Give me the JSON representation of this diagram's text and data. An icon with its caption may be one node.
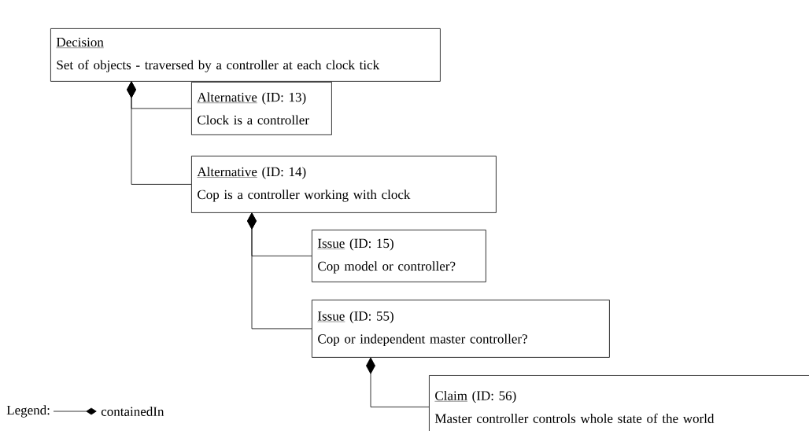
{
  "diagram": {
    "nodes": [
      {
        "text": [
          "Decision",
          "Set of objects - traversed by a controller at each clock tick"
        ]
      },
      {
        "text": [
          "Alternative",
          "(ID: 13)",
          "Clock is a controller"
        ]
      },
      {
        "text": [
          "Alternative",
          "(ID: 14)",
          "Cop is a controller working with clock"
        ]
      },
      {
        "text": [
          "Issue",
          "(ID: 15)",
          "Cop model or controller?"
        ]
      },
      {
        "text": [
          "Issue",
          "(ID: 55)",
          "Cop or independent master controller?"
        ]
      },
      {
        "text": [
          "Claim",
          "(ID: 56)",
          "Master controller controls whole state of the world"
        ]
      }
    ],
    "edges": [
      {
        "from": 1,
        "to": 0,
        "arrow": "other"
      },
      {
        "from": 2,
        "to": 0,
        "arrow": "other"
      },
      {
        "from": 3,
        "to": 2,
        "arrow": "other"
      },
      {
        "from": 4,
        "to": 2,
        "arrow": "other"
      },
      {
        "from": 5,
        "to": 4,
        "arrow": "other"
      }
    ],
    "labels": [
      "Legend:"
    ],
    "legend": [
      {
        "text": "containedIn"
      }
    ]
  }
}
